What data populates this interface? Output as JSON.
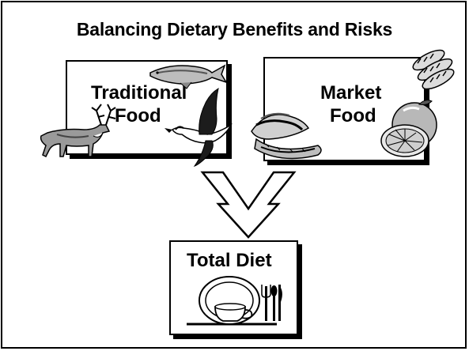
{
  "title": "Balancing Dietary Benefits and Risks",
  "traditional": {
    "line1": "Traditional",
    "line2": "Food"
  },
  "market": {
    "line1": "Market",
    "line2": "Food"
  },
  "total": {
    "label": "Total Diet"
  },
  "colors": {
    "ink": "#000000",
    "paper": "#ffffff",
    "shade": "#9a9a9a",
    "light": "#d8d8d8"
  },
  "icons": [
    "caribou-icon",
    "fish-icon",
    "goose-icon",
    "bread-icon",
    "sandwich-icon",
    "orange-icon",
    "plate-setting-icon",
    "merge-arrow-icon"
  ]
}
